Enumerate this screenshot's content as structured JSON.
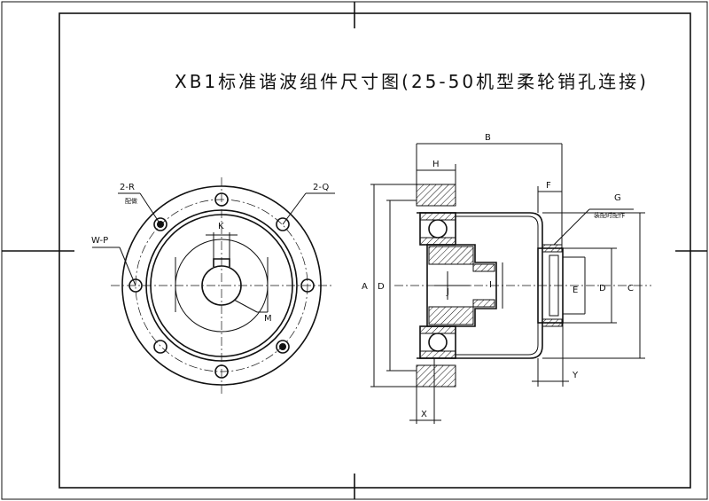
{
  "title": "XB1标准谐波组件尺寸图(25-50机型柔轮销孔连接)",
  "front_view": {
    "labels": {
      "two_r": "2-R",
      "pin_hole": "配做",
      "two_q": "2-Q",
      "w_p": "W-P",
      "k": "K",
      "m": "M"
    }
  },
  "side_view": {
    "labels": {
      "b": "B",
      "h": "H",
      "f": "F",
      "g": "G",
      "g_note": "装配时配作",
      "a": "A",
      "d": "D",
      "i": "I",
      "j": "J",
      "e": "E",
      "d2": "D",
      "c": "C",
      "x": "X",
      "y": "Y"
    }
  }
}
